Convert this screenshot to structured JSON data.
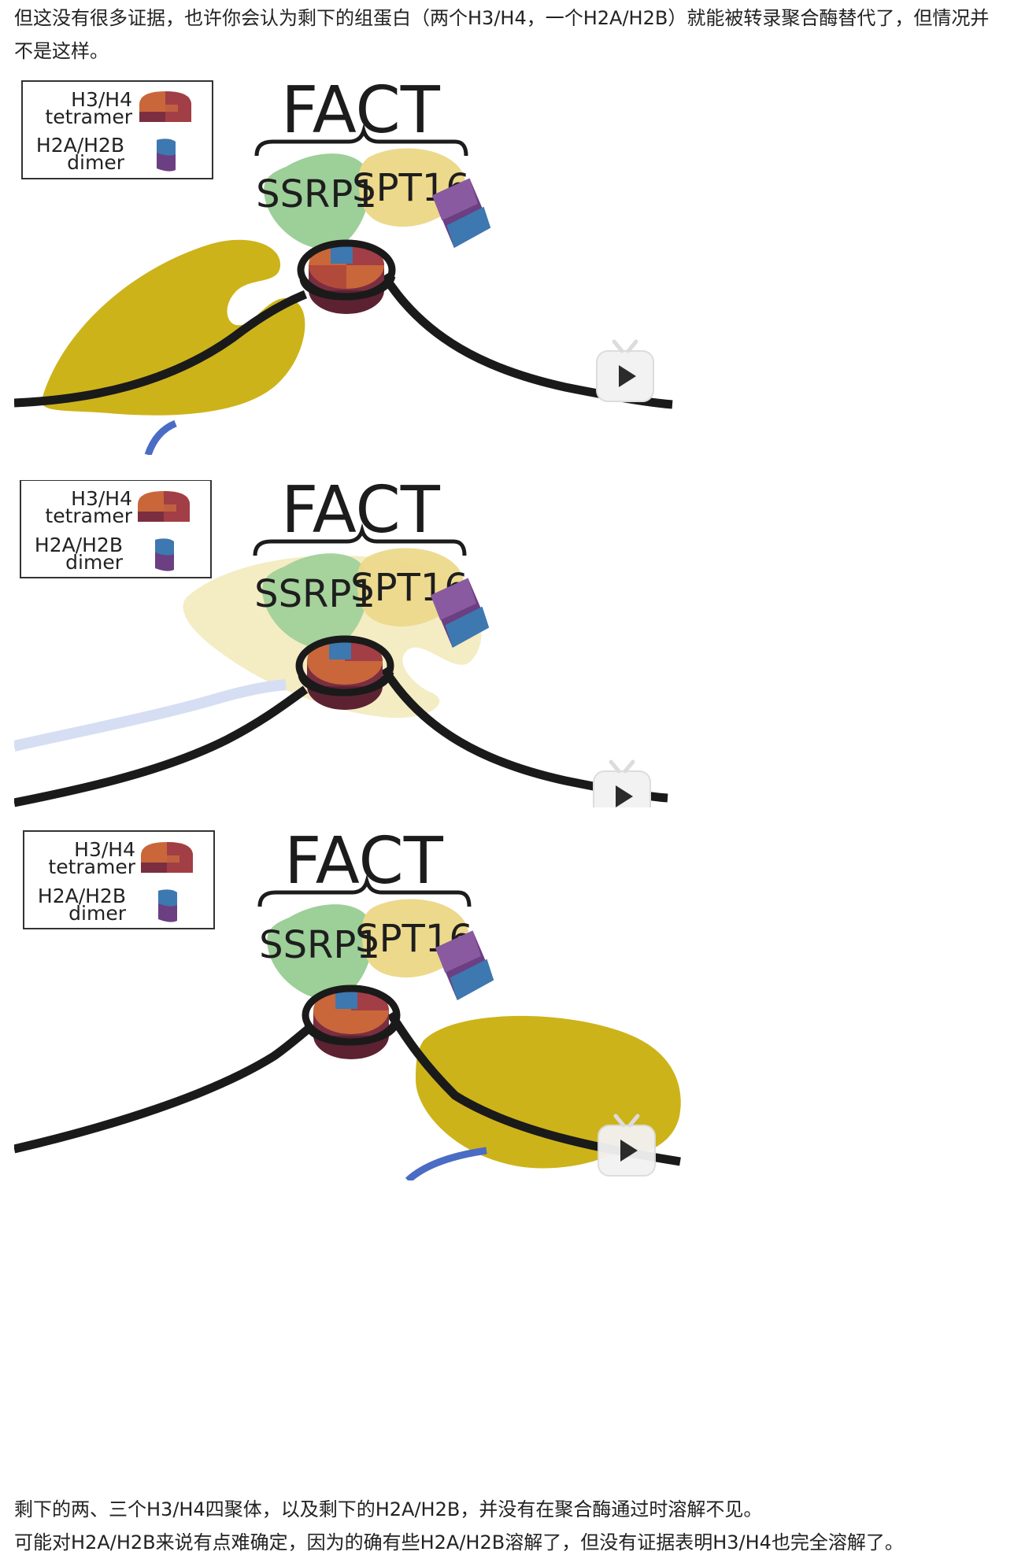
{
  "article": {
    "intro_paragraph": "但这没有很多证据，也许你会认为剩下的组蛋白（两个H3/H4，一个H2A/H2B）就能被转录聚合酶替代了，但情况并不是这样。",
    "closing_line_1": "剩下的两、三个H3/H4四聚体，以及剩下的H2A/H2B，并没有在聚合酶通过时溶解不见。",
    "closing_line_2": "可能对H2A/H2B来说有点难确定，因为的确有些H2A/H2B溶解了，但没有证据表明H3/H4也完全溶解了。"
  },
  "figures": [
    {
      "legend": {
        "tetramer_line1": "H3/H4",
        "tetramer_line2": "tetramer",
        "dimer_line1": "H2A/H2B",
        "dimer_line2": "dimer"
      },
      "complex_title": "FACT",
      "subunit_left": "SSRP1",
      "subunit_right": "SPT16",
      "polymerase_state": "before-nucleosome",
      "play_icon": "video-play-icon"
    },
    {
      "legend": {
        "tetramer_line1": "H3/H4",
        "tetramer_line2": "tetramer",
        "dimer_line1": "H2A/H2B",
        "dimer_line2": "dimer"
      },
      "complex_title": "FACT",
      "subunit_left": "SSRP1",
      "subunit_right": "SPT16",
      "polymerase_state": "passing-through",
      "play_icon": "video-play-icon"
    },
    {
      "legend": {
        "tetramer_line1": "H3/H4",
        "tetramer_line2": "tetramer",
        "dimer_line1": "H2A/H2B",
        "dimer_line2": "dimer"
      },
      "complex_title": "FACT",
      "subunit_left": "SSRP1",
      "subunit_right": "SPT16",
      "polymerase_state": "after-nucleosome",
      "play_icon": "video-play-icon"
    }
  ],
  "colors": {
    "polymerase": "#cdb31a",
    "ssrp1": "#9dcf98",
    "spt16": "#ecd98c",
    "dna": "#1a1a1a",
    "rna": "#4a6cc4",
    "tetramer_orange": "#c9673a",
    "tetramer_maroon": "#7a2e40",
    "dimer_blue": "#3d78b0",
    "dimer_purple": "#6b3f82"
  }
}
